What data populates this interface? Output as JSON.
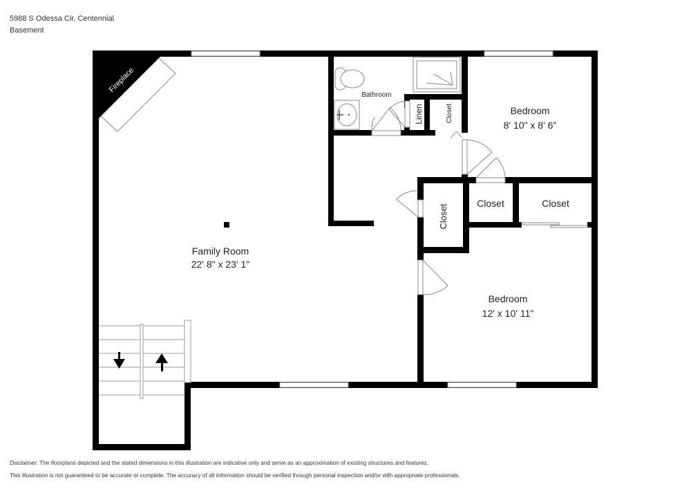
{
  "header": {
    "address": "5988 S Odessa Cir, Centennial",
    "level": "Basement"
  },
  "rooms": {
    "family_room": {
      "name": "Family Room",
      "dims": "22' 8\" x 23' 1\""
    },
    "bedroom_1": {
      "name": "Bedroom",
      "dims": "8' 10\" x 8' 6\""
    },
    "bedroom_2": {
      "name": "Bedroom",
      "dims": "12' x 10' 11\""
    },
    "bathroom": {
      "name": "Bathroom"
    },
    "linen": {
      "name": "Linen"
    },
    "closet_hall": {
      "name": "Closet"
    },
    "closet_vertical": {
      "name": "Closet"
    },
    "closet_small": {
      "name": "Closet"
    },
    "closet_wide": {
      "name": "Closet"
    },
    "fireplace": {
      "name": "Fireplace"
    }
  },
  "symbols": {
    "stairs_down": "arrow-down",
    "stairs_up": "arrow-up"
  },
  "colors": {
    "wall": "#000000",
    "window": "#ffffff",
    "fixture_line": "#888888"
  },
  "disclaimer": {
    "line1": "Disclaimer: The floorplans depicted and the stated dimensions in this illustration are indicative only and serve as an approximation of existing structures and features.",
    "line2": "This illustration is not guaranteed to be accurate or complete. The accuracy of all information should be verified through personal inspection and/or with appropriate professionals."
  }
}
